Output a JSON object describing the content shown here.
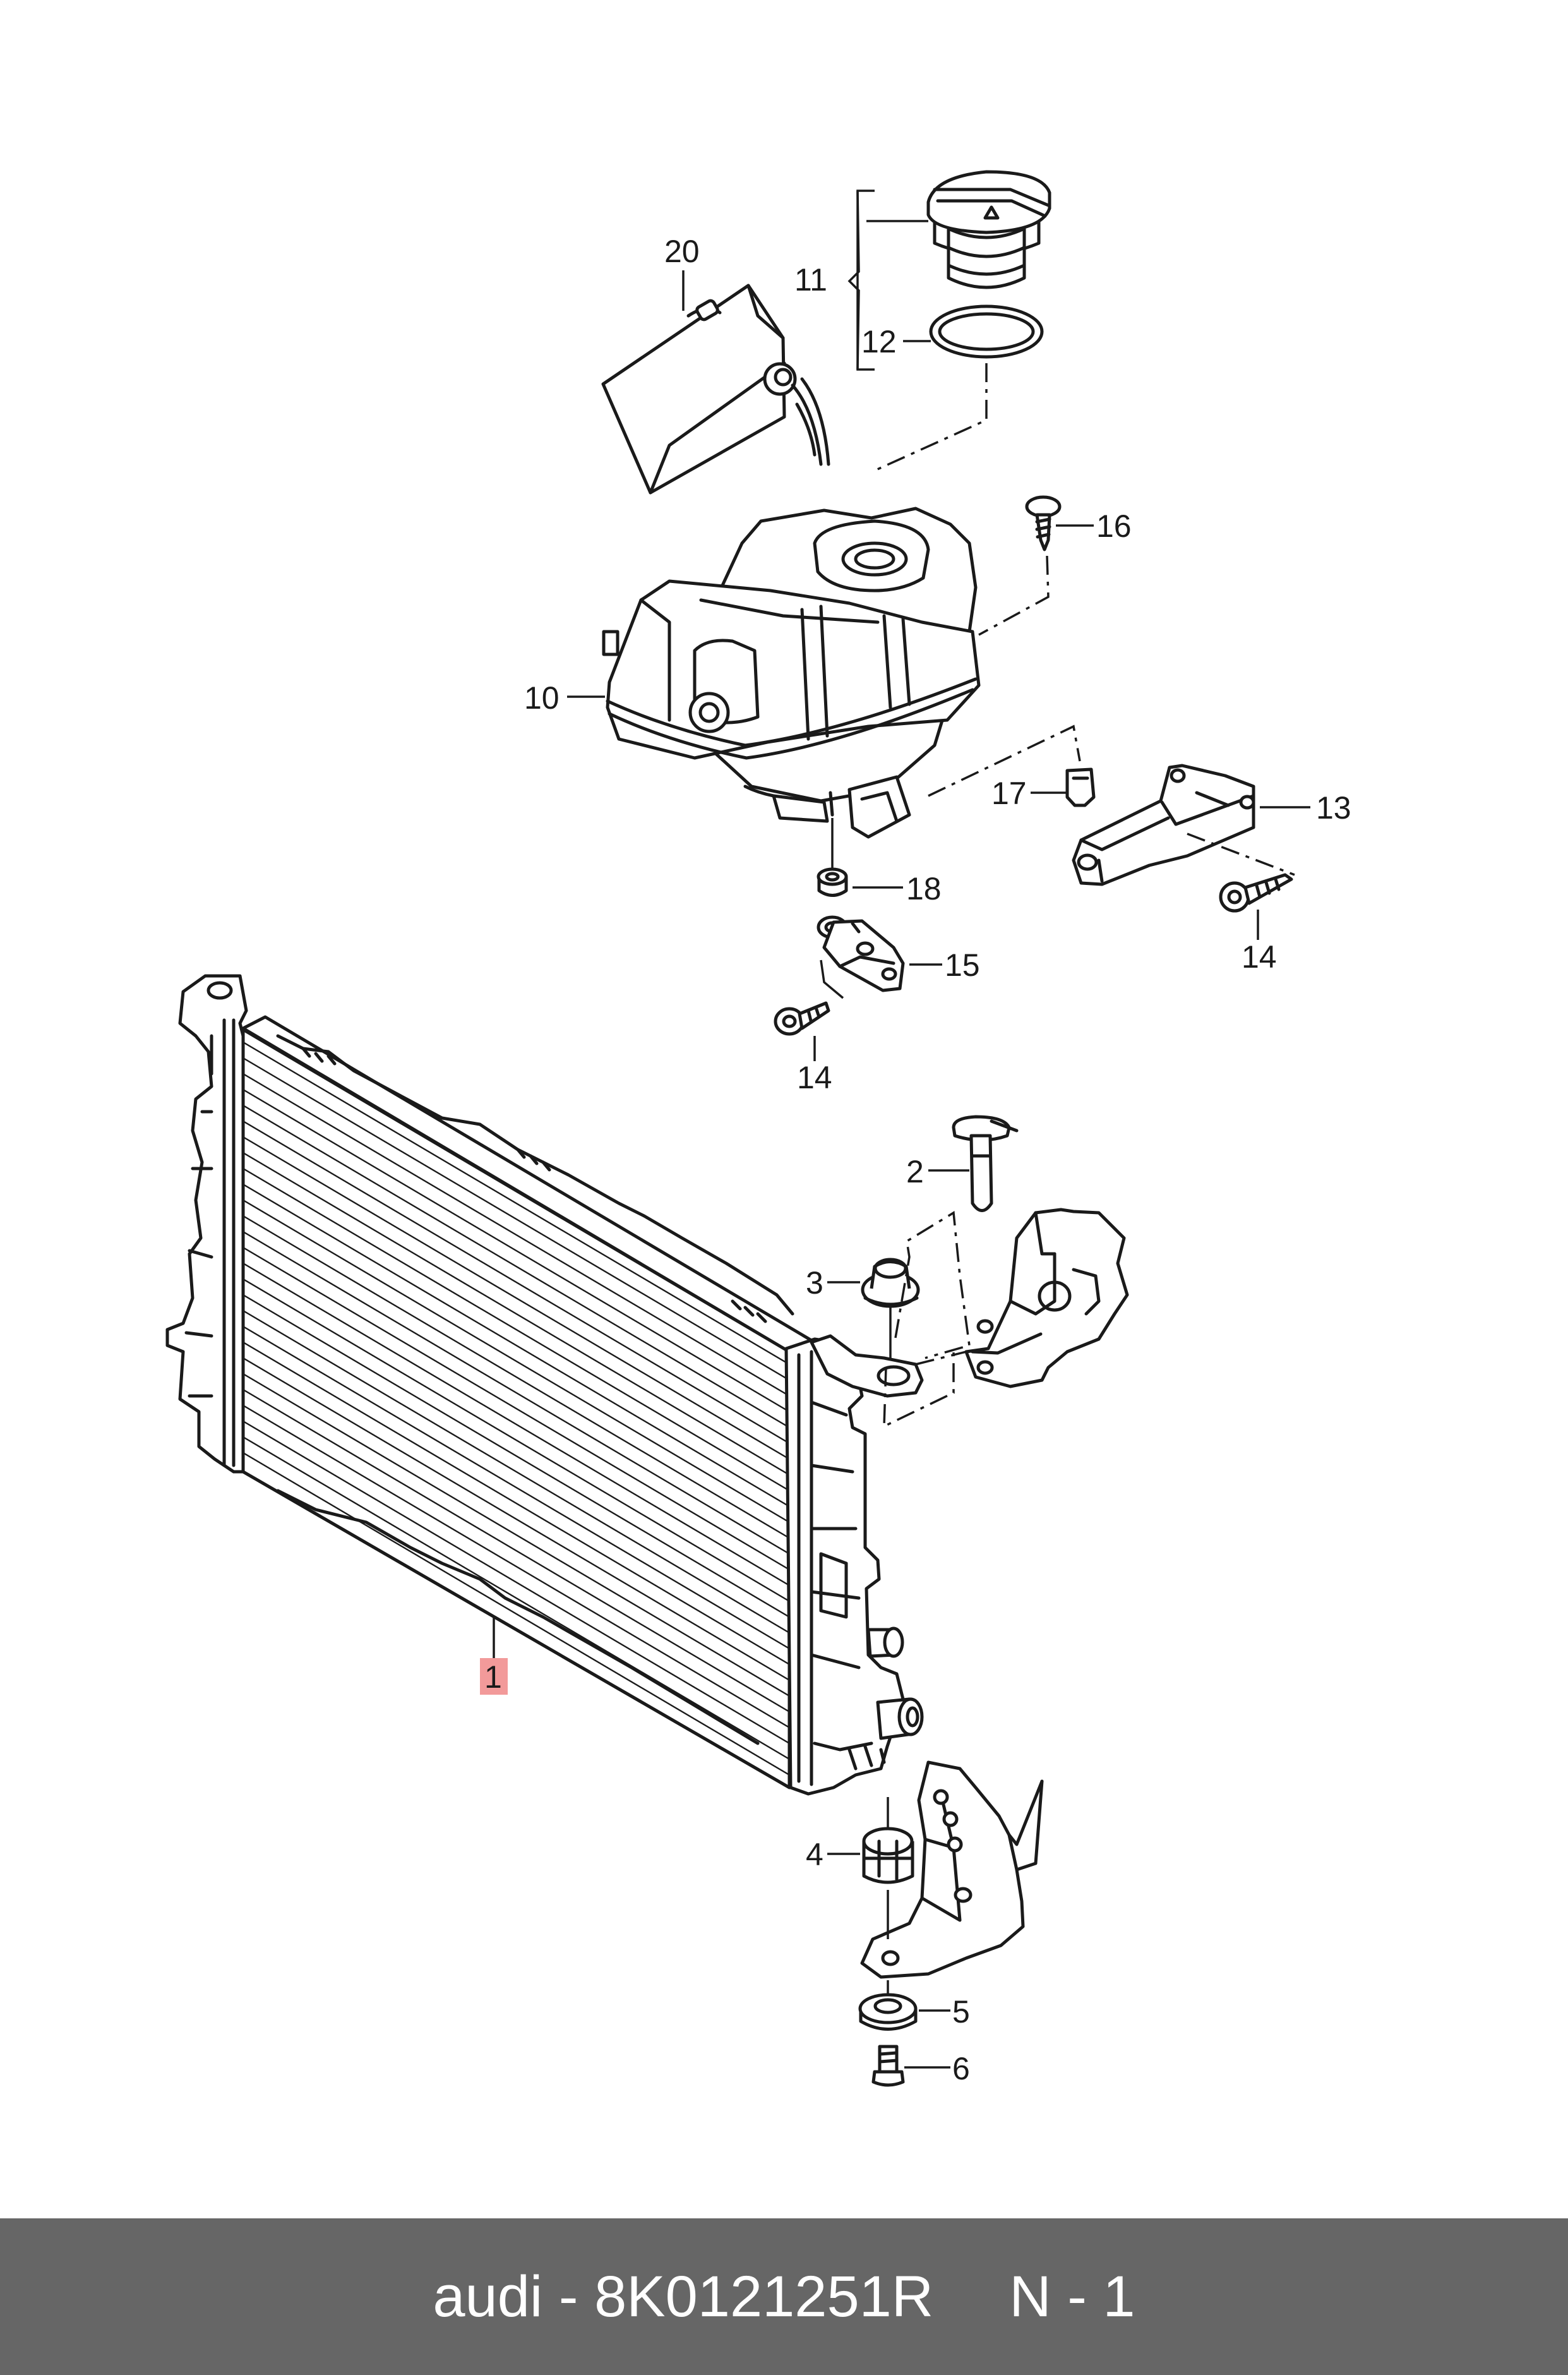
{
  "callouts": {
    "c1": "1",
    "c2": "2",
    "c3": "3",
    "c4": "4",
    "c5": "5",
    "c6": "6",
    "c10": "10",
    "c11": "11",
    "c12": "12",
    "c13": "13",
    "c14a": "14",
    "c14b": "14",
    "c15": "15",
    "c16": "16",
    "c17": "17",
    "c18": "18",
    "c20": "20"
  },
  "highlighted_part": "1",
  "highlight_color": "#f29a9a",
  "footer": {
    "part_number": "audi - 8K0121251R",
    "page": "N - 1"
  },
  "colors": {
    "footer_bg": "#666666",
    "footer_text": "#ffffff",
    "line": "#1a1a1a"
  }
}
